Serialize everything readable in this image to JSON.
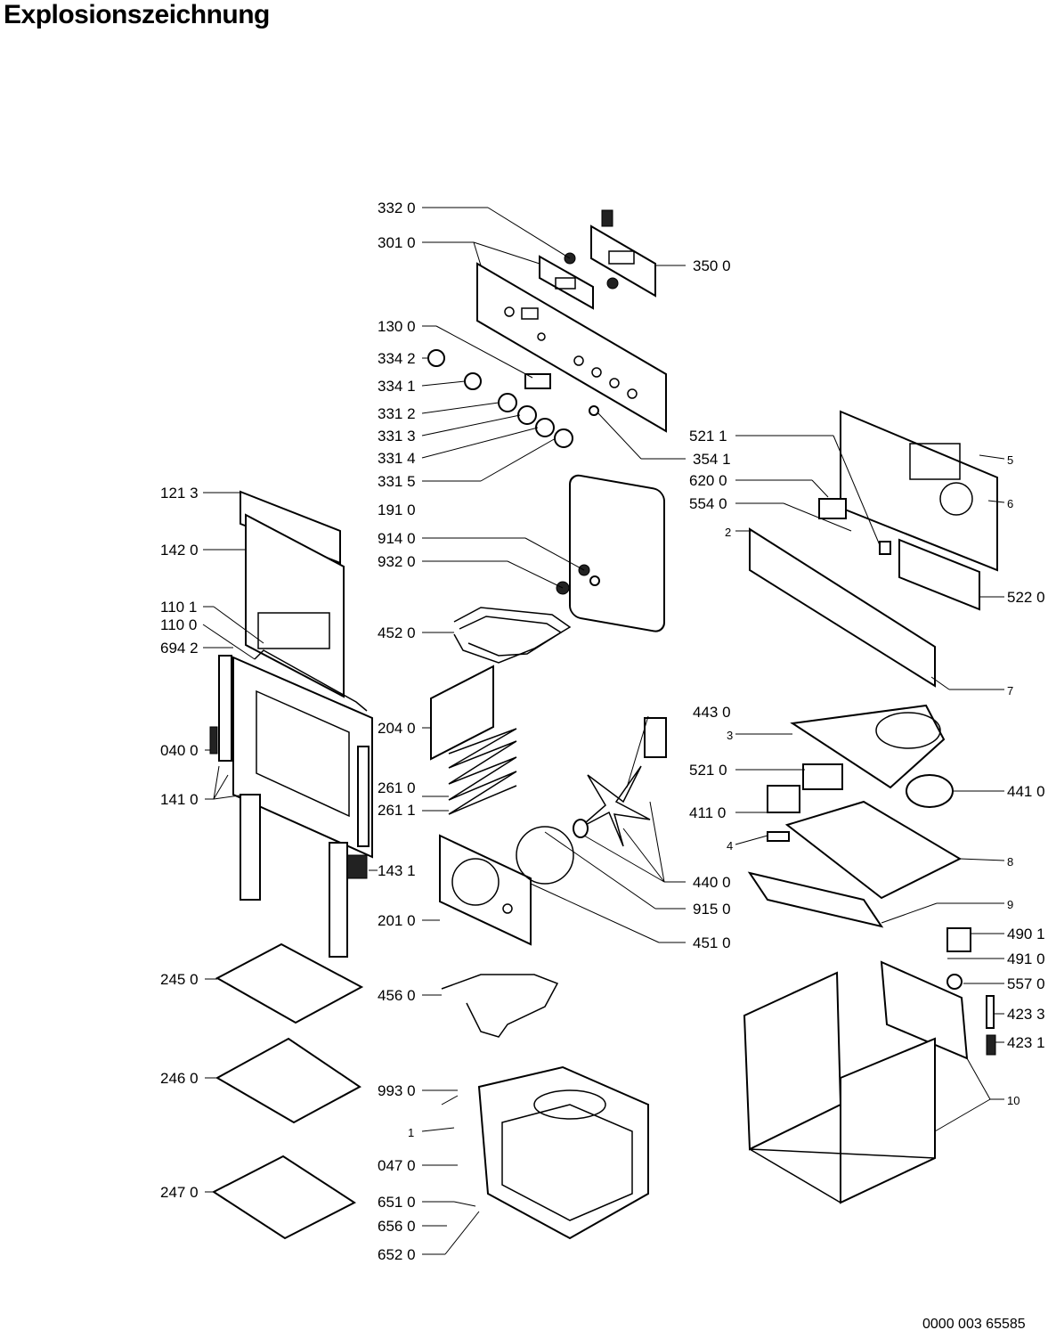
{
  "title": "Explosionszeichnung",
  "document_number": "0000 003 65585",
  "part_labels": [
    "332 0",
    "301 0",
    "350 0",
    "130 0",
    "334 2",
    "334 1",
    "331 2",
    "331 3",
    "331 4",
    "331 5",
    "354 1",
    "121 3",
    "142 0",
    "191 0",
    "914 0",
    "932 0",
    "110 1",
    "110 0",
    "694 2",
    "452 0",
    "204 0",
    "040 0",
    "141 0",
    "261 0",
    "261 1",
    "143 1",
    "201 0",
    "245 0",
    "456 0",
    "246 0",
    "993 0",
    "1",
    "047 0",
    "247 0",
    "651 0",
    "656 0",
    "652 0",
    "521 1",
    "620 0",
    "554 0",
    "2",
    "5",
    "6",
    "522 0",
    "7",
    "443 0",
    "3",
    "521 0",
    "441 0",
    "411 0",
    "4",
    "8",
    "440 0",
    "915 0",
    "9",
    "451 0",
    "490 1",
    "491 0",
    "557 0",
    "423 3",
    "423 1",
    "10"
  ]
}
